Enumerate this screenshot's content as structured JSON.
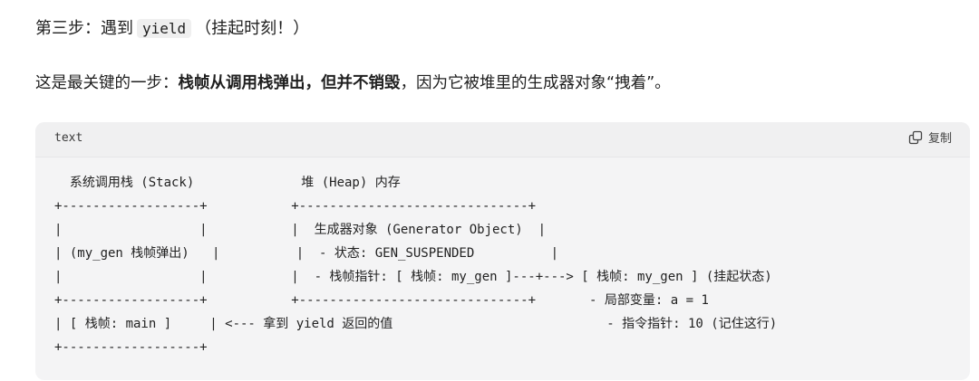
{
  "heading": {
    "prefix": "第三步：遇到",
    "code": "yield",
    "suffix": "（挂起时刻！）"
  },
  "paragraph": {
    "before": "这是最关键的一步：",
    "bold": "栈帧从调用栈弹出，但并不销毁",
    "after": "，因为它被堆里的生成器对象“拽着”。"
  },
  "codeblock": {
    "language": "text",
    "copy_label": "复制",
    "copy_icon": "copy-icon",
    "content": "  系统调用栈 (Stack)              堆 (Heap) 内存\n+------------------+           +------------------------------+\n|                  |           |  生成器对象 (Generator Object)  |\n| (my_gen 栈帧弹出)   |          |  - 状态: GEN_SUSPENDED          |\n|                  |           |  - 栈帧指针: [ 栈帧: my_gen ]---+---> [ 栈帧: my_gen ] (挂起状态)\n+------------------+           +------------------------------+       - 局部变量: a = 1\n| [ 栈帧: main ]     | <--- 拿到 yield 返回的值                            - 指令指针: 10 (记住这行)\n+------------------+"
  }
}
